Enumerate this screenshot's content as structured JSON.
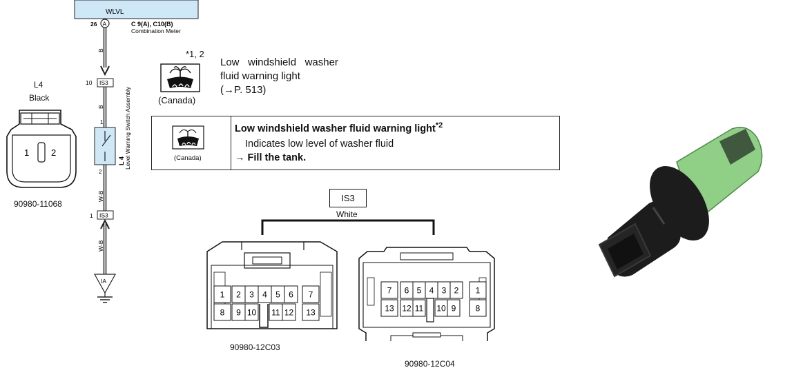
{
  "wiring": {
    "top_bus_label": "WLVL",
    "pin_top": "26",
    "connector_a_letter": "A",
    "meter_connector_ref": "C 9(A), C10(B)",
    "meter_name": "Combination Meter",
    "wire_color_upper_1": "B",
    "wire_color_upper_2": "B",
    "wire_color_lower_1": "W-B",
    "wire_color_lower_2": "W-B",
    "junction_pin_upper": "10",
    "junction_pin_lower": "1",
    "junction_label": "IS3",
    "switch_pin_upper": "1",
    "switch_pin_lower": "2",
    "switch_ref": "L 4",
    "switch_name": "Level Warning Switch Assembly",
    "ground_label": "IA"
  },
  "l4_connector": {
    "ref": "L4",
    "color": "Black",
    "pin_left": "1",
    "pin_right": "2",
    "part_number": "90980-11068"
  },
  "warning_light": {
    "footnote": "*1, 2",
    "region": "(Canada)",
    "line1": "Low   windshield   washer",
    "line2": "fluid warning light",
    "line3": "(→P. 513)",
    "icon": "windshield-washer-icon"
  },
  "warning_table": {
    "region": "(Canada)",
    "title": "Low windshield washer fluid warning light",
    "title_superscript": "*2",
    "description": "Indicates low level of washer fluid",
    "action_arrow": "→",
    "action": "Fill the tank."
  },
  "is3_connector": {
    "label": "IS3",
    "color": "White",
    "part_left": "90980-12C03",
    "part_right": "90980-12C04",
    "left_pins_top": [
      "1",
      "2",
      "3",
      "4",
      "5",
      "6",
      "7"
    ],
    "left_pins_bottom": [
      "8",
      "9",
      "10",
      "11",
      "12",
      "13"
    ],
    "right_pins_top": [
      "7",
      "6",
      "5",
      "4",
      "3",
      "2",
      "1"
    ],
    "right_pins_bottom": [
      "13",
      "12",
      "11",
      "10",
      "9",
      "8"
    ]
  },
  "colors": {
    "bus_fill": "#cfe8f7",
    "switch_fill": "#cfe8f7",
    "sensor_body": "#1c1c1c",
    "sensor_green": "#8fcf86"
  }
}
